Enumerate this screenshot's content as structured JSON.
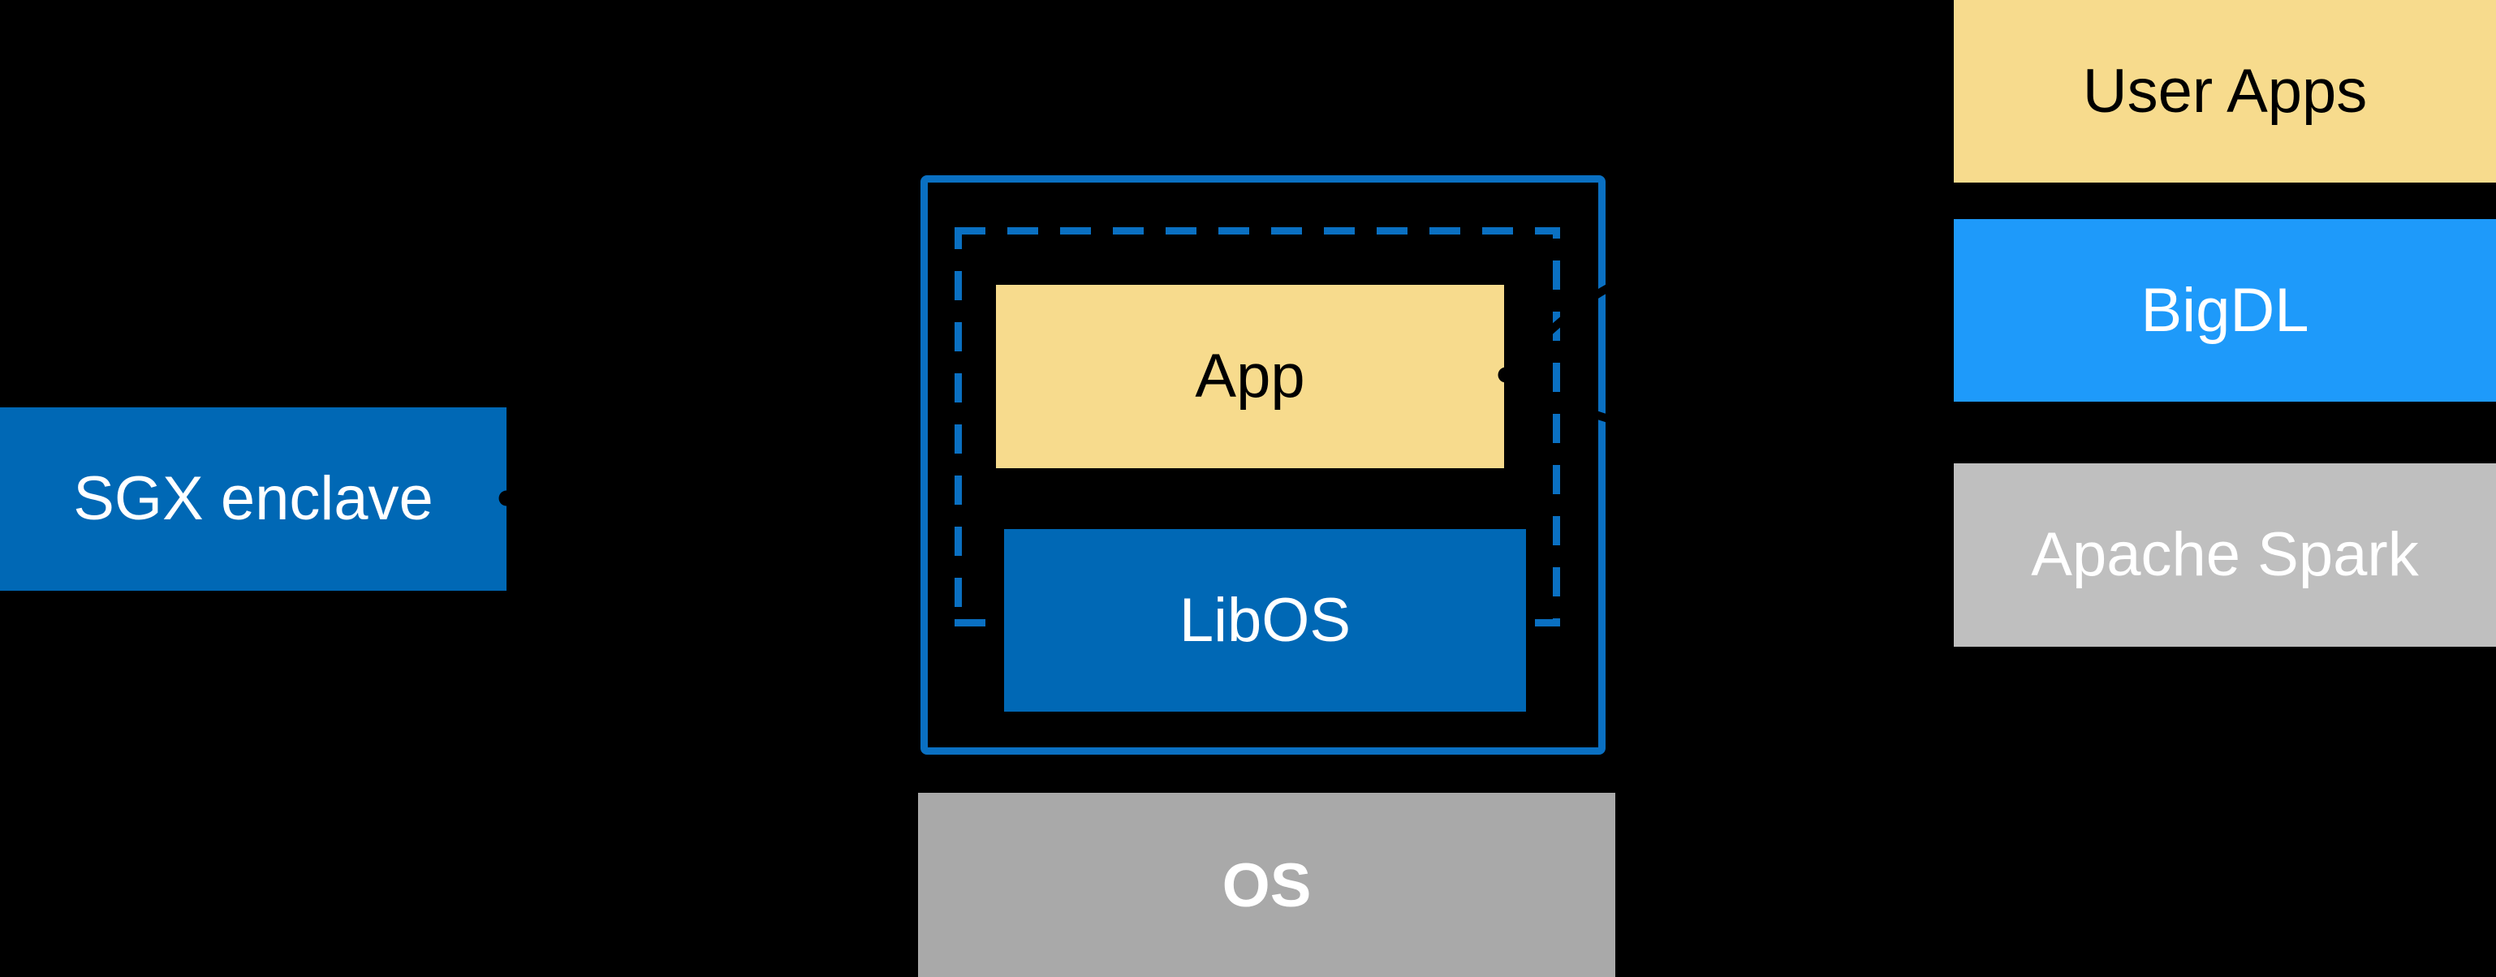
{
  "colors": {
    "background": "#000000",
    "intel_blue": "#0068B5",
    "border_blue": "#0A70C2",
    "bright_blue": "#1E9AFA",
    "yellow": "#F7DB8D",
    "gray_os": "#A9A9A9",
    "gray_spark": "#BFBFBF",
    "text_dark": "#000000",
    "text_light": "#FFFFFF",
    "connector_black": "#000000"
  },
  "enclave_diagram": {
    "sgx_label": "SGX enclave",
    "app_label": "App",
    "libos_label": "LibOS",
    "os_label": "OS"
  },
  "stack_diagram": {
    "user_apps_label": "User Apps",
    "bigdl_label": "BigDL",
    "apache_spark_label": "Apache Spark"
  }
}
